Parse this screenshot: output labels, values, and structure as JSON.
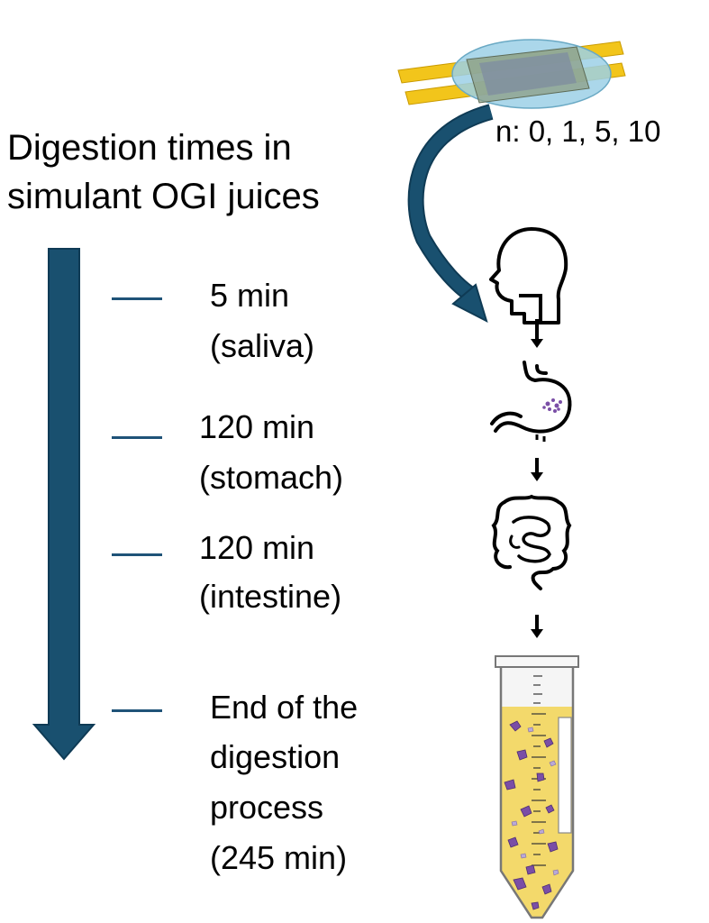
{
  "heading": {
    "line1": "Digestion times in",
    "line2": "simulant OGI juices"
  },
  "device_label": "n: 0, 1, 5, 10",
  "timeline": {
    "steps": [
      {
        "line1": "5 min",
        "line2": "(saliva)"
      },
      {
        "line1": "120 min",
        "line2": "(stomach)"
      },
      {
        "line1": "120 min",
        "line2": "(intestine)"
      },
      {
        "line1": "End of the",
        "line2": "digestion",
        "line3": "process",
        "line4": "(245 min)"
      }
    ]
  },
  "icons": [
    "sensor-device-icon",
    "head-icon",
    "stomach-icon",
    "intestine-icon",
    "centrifuge-tube-icon"
  ],
  "colors": {
    "arrow": "#19506f",
    "tick": "#1f5378",
    "tape": "#f2c51b",
    "device_bubble": "#9cd0e6",
    "tube_liquid": "#f3d96b",
    "particles": "#7a4ea6"
  }
}
